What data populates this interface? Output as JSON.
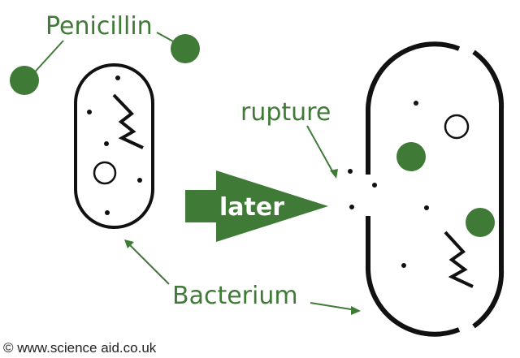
{
  "labels": {
    "penicillin": "Penicillin",
    "rupture": "rupture",
    "later": "later",
    "bacterium": "Bacterium",
    "copyright": "© www.science aid.co.uk"
  },
  "colors": {
    "green": "#3f7a37",
    "outline": "#111111",
    "background": "#ffffff"
  }
}
